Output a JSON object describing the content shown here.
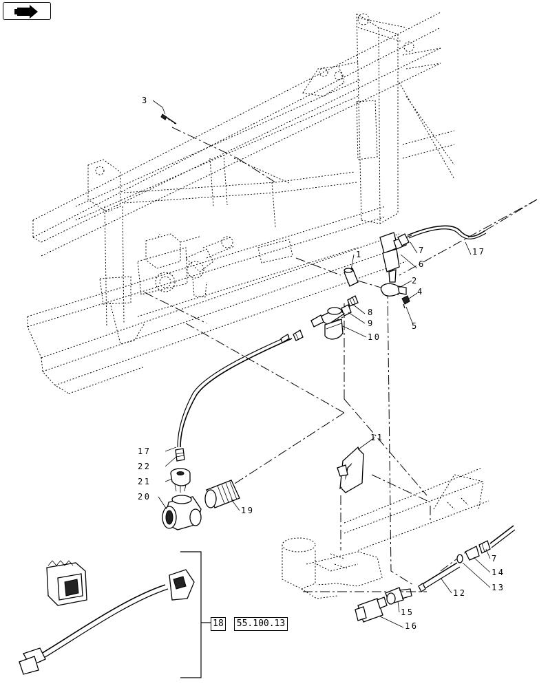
{
  "callouts": {
    "c1": "1",
    "c2": "2",
    "c3": "3",
    "c4": "4",
    "c5": "5",
    "c6": "6",
    "c7a": "7",
    "c7b": "7",
    "c8": "8",
    "c9": "9",
    "c10": "10",
    "c11": "11",
    "c12": "12",
    "c13": "13",
    "c14": "14",
    "c15": "15",
    "c16": "16",
    "c17a": "17",
    "c17b": "17",
    "c18": "18",
    "c19": "19",
    "c20": "20",
    "c21": "21",
    "c22": "22"
  },
  "reference": {
    "item": "18",
    "section": "55.100.13"
  },
  "icons": {
    "nav": "arrow-right-icon"
  }
}
